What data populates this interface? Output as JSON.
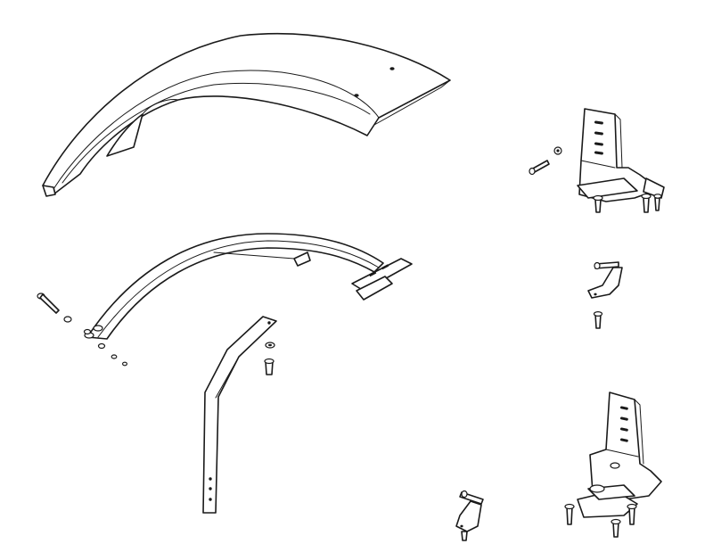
{
  "figure": {
    "kind": "exploded-parts-diagram",
    "line_color": "#1a1a1a",
    "background": "#ffffff",
    "parts": [
      "fender",
      "fender-support-arc",
      "support-arm",
      "bolt-set-left",
      "mounting-bracket-upper",
      "linkage-rod-mid",
      "mounting-bracket-lower",
      "linkage-rod-bottom"
    ]
  }
}
